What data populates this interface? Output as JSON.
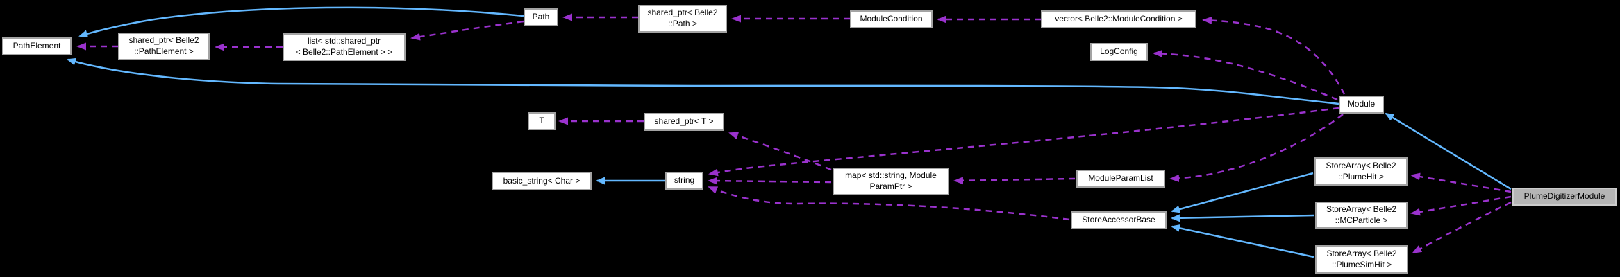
{
  "diagram": {
    "kind": "doxygen-collaboration-graph",
    "highlighted_node": "PlumeDigitizerModule",
    "colors": {
      "background": "#000000",
      "node_fill": "#ffffff",
      "node_border": "#a3a3a3",
      "node_text": "#000000",
      "highlight_fill": "#b5b5b5",
      "highlight_border": "#cccccc",
      "inheritance_edge": "#63b8ff",
      "usage_edge": "#9a32cd"
    },
    "nodes": {
      "pathelement": {
        "line1": "PathElement"
      },
      "shared_ptr_pathelement": {
        "line1": "shared_ptr< Belle2",
        "line2": "::PathElement >"
      },
      "list_shared_ptr": {
        "line1": "list< std::shared_ptr",
        "line2": "< Belle2::PathElement > >"
      },
      "path": {
        "line1": "Path"
      },
      "shared_ptr_path": {
        "line1": "shared_ptr< Belle2",
        "line2": "::Path >"
      },
      "modulecondition": {
        "line1": "ModuleCondition"
      },
      "vector_modulecondition": {
        "line1": "vector< Belle2::ModuleCondition >"
      },
      "logconfig": {
        "line1": "LogConfig"
      },
      "module": {
        "line1": "Module"
      },
      "t": {
        "line1": "T"
      },
      "shared_ptr_t": {
        "line1": "shared_ptr< T >"
      },
      "basic_string_char": {
        "line1": "basic_string< Char >"
      },
      "string": {
        "line1": "string"
      },
      "map_string_paramptr": {
        "line1": "map< std::string, Module",
        "line2": "ParamPtr >"
      },
      "moduleparamlist": {
        "line1": "ModuleParamList"
      },
      "storeaccessorbase": {
        "line1": "StoreAccessorBase"
      },
      "storearray_plumehit": {
        "line1": "StoreArray< Belle2",
        "line2": "::PlumeHit >"
      },
      "storearray_mcparticle": {
        "line1": "StoreArray< Belle2",
        "line2": "::MCParticle >"
      },
      "storearray_plumesimhit": {
        "line1": "StoreArray< Belle2",
        "line2": "::PlumeSimHit >"
      },
      "plumedigitizermodule": {
        "line1": "PlumeDigitizerModule"
      }
    },
    "edges": [
      {
        "from": "Path",
        "to": "PathElement",
        "relation": "inheritance-solid-blue"
      },
      {
        "from": "Module",
        "to": "PathElement",
        "relation": "inheritance-solid-blue"
      },
      {
        "from": "string",
        "to": "basic_string< Char >",
        "relation": "inheritance-solid-blue"
      },
      {
        "from": "StoreArray< Belle2::PlumeHit >",
        "to": "StoreAccessorBase",
        "relation": "inheritance-solid-blue"
      },
      {
        "from": "StoreArray< Belle2::MCParticle >",
        "to": "StoreAccessorBase",
        "relation": "inheritance-solid-blue"
      },
      {
        "from": "StoreArray< Belle2::PlumeSimHit >",
        "to": "StoreAccessorBase",
        "relation": "inheritance-solid-blue"
      },
      {
        "from": "PlumeDigitizerModule",
        "to": "Module",
        "relation": "inheritance-solid-blue"
      },
      {
        "from": "shared_ptr< Belle2::PathElement >",
        "to": "PathElement",
        "relation": "usage-dashed-purple"
      },
      {
        "from": "list< std::shared_ptr< Belle2::PathElement > >",
        "to": "shared_ptr< Belle2::PathElement >",
        "relation": "usage-dashed-purple"
      },
      {
        "from": "Path",
        "to": "list< std::shared_ptr< Belle2::PathElement > >",
        "relation": "usage-dashed-purple"
      },
      {
        "from": "shared_ptr< Belle2::Path >",
        "to": "Path",
        "relation": "usage-dashed-purple"
      },
      {
        "from": "ModuleCondition",
        "to": "shared_ptr< Belle2::Path >",
        "relation": "usage-dashed-purple"
      },
      {
        "from": "vector< Belle2::ModuleCondition >",
        "to": "ModuleCondition",
        "relation": "usage-dashed-purple"
      },
      {
        "from": "Module",
        "to": "vector< Belle2::ModuleCondition >",
        "relation": "usage-dashed-purple"
      },
      {
        "from": "Module",
        "to": "LogConfig",
        "relation": "usage-dashed-purple"
      },
      {
        "from": "Module",
        "to": "string",
        "relation": "usage-dashed-purple"
      },
      {
        "from": "Module",
        "to": "ModuleParamList",
        "relation": "usage-dashed-purple"
      },
      {
        "from": "ModuleParamList",
        "to": "map< std::string, ModuleParamPtr >",
        "relation": "usage-dashed-purple"
      },
      {
        "from": "map< std::string, ModuleParamPtr >",
        "to": "string",
        "relation": "usage-dashed-purple"
      },
      {
        "from": "map< std::string, ModuleParamPtr >",
        "to": "shared_ptr< T >",
        "relation": "usage-dashed-purple"
      },
      {
        "from": "StoreAccessorBase",
        "to": "string",
        "relation": "usage-dashed-purple"
      },
      {
        "from": "shared_ptr< T >",
        "to": "T",
        "relation": "usage-dashed-purple"
      },
      {
        "from": "PlumeDigitizerModule",
        "to": "StoreArray< Belle2::PlumeHit >",
        "relation": "usage-dashed-purple"
      },
      {
        "from": "PlumeDigitizerModule",
        "to": "StoreArray< Belle2::MCParticle >",
        "relation": "usage-dashed-purple"
      },
      {
        "from": "PlumeDigitizerModule",
        "to": "StoreArray< Belle2::PlumeSimHit >",
        "relation": "usage-dashed-purple"
      }
    ]
  }
}
